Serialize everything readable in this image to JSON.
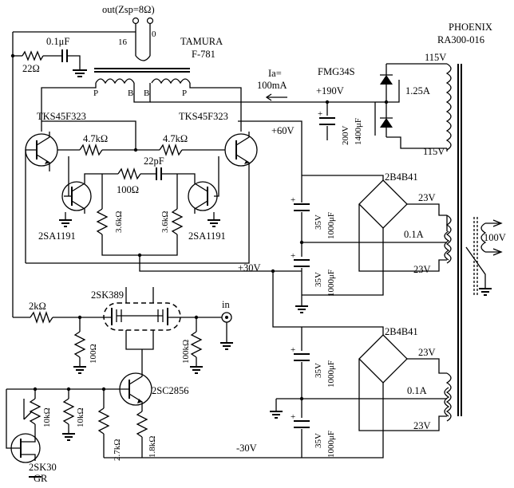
{
  "output": {
    "label": "out(Zsp=8Ω)",
    "tap_16": "16",
    "tap_0": "0"
  },
  "output_transformer": {
    "maker": "TAMURA",
    "model": "F-781",
    "pins": [
      "P",
      "B",
      "B",
      "P"
    ]
  },
  "power_transformer": {
    "maker": "PHOENIX",
    "model": "RA300-016",
    "primary": "100V"
  },
  "feedback": {
    "capacitor": "0.1μF",
    "resistor": "22Ω"
  },
  "current_note": {
    "line1": "Ia=",
    "line2": "100mA"
  },
  "hv_supply": {
    "diode": "FMG34S",
    "voltage": "+190V",
    "current": "1.25A",
    "winding_top": "115V",
    "winding_bottom": "115V",
    "cap_v": "200V",
    "cap_c": "1400μF"
  },
  "rail_labels": {
    "plus60": "+60V",
    "plus30": "+30V",
    "minus30": "-30V"
  },
  "mosfets": {
    "left": "TKS45F323",
    "right": "TKS45F323"
  },
  "driver": {
    "r_left": "4.7kΩ",
    "r_right": "4.7kΩ",
    "r_phase": "100Ω",
    "c_phase": "22pF",
    "pnp_left": "2SA1191",
    "pnp_right": "2SA1191",
    "r_em_left": "3.6kΩ",
    "r_em_right": "3.6kΩ"
  },
  "input_stage": {
    "dual_fet": "2SK389",
    "r_nfb": "2kΩ",
    "r_gate_left": "100Ω",
    "r_gate_right": "100kΩ",
    "input_label": "in"
  },
  "ccs": {
    "transistor": "2SC2856",
    "r_base": "2.7kΩ",
    "r_emitter": "1.8kΩ",
    "pot": "10kΩ",
    "r_fixed": "10kΩ",
    "jfet": "2SK30",
    "jfet_grade": "GR"
  },
  "lv_supply_upper": {
    "bridge": "2B4B41",
    "winding_a": "23V",
    "winding_b": "23V",
    "current": "0.1A",
    "cap1_v": "35V",
    "cap1_c": "1000μF",
    "cap2_v": "35V",
    "cap2_c": "1000μF"
  },
  "lv_supply_lower": {
    "bridge": "2B4B41",
    "winding_a": "23V",
    "winding_b": "23V",
    "current": "0.1A",
    "cap1_v": "35V",
    "cap1_c": "1000μF",
    "cap2_v": "35V",
    "cap2_c": "1000μF"
  }
}
